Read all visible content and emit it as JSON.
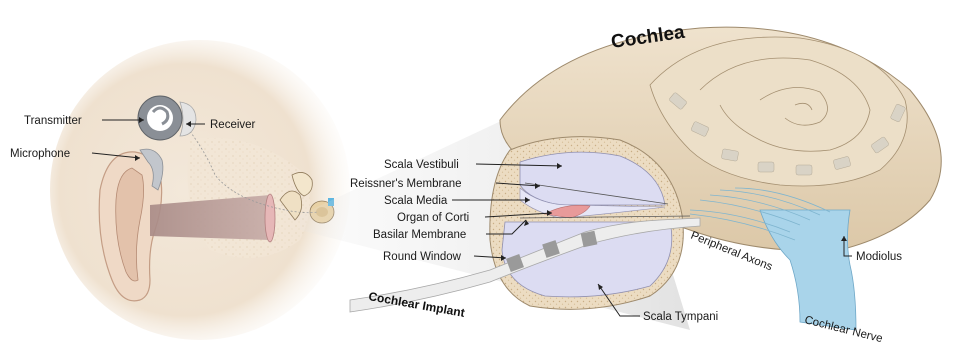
{
  "title": "Cochlea",
  "labels": {
    "transmitter": "Transmitter",
    "receiver": "Receiver",
    "microphone": "Microphone",
    "scala_vestibuli": "Scala Vestibuli",
    "reissners_membrane": "Reissner's Membrane",
    "scala_media": "Scala Media",
    "organ_of_corti": "Organ of Corti",
    "basilar_membrane": "Basilar Membrane",
    "round_window": "Round Window",
    "cochlear_implant": "Cochlear Implant",
    "scala_tympani": "Scala Tympani",
    "peripheral_axons": "Peripheral Axons",
    "modiolus": "Modiolus",
    "cochlear_nerve": "Cochlear Nerve"
  },
  "colors": {
    "skin": "#efe3d3",
    "cochlea_bone": "#e3d2b8",
    "fluid": "#dcdcf2",
    "nerve": "#a9d4ea",
    "implant": "#d6d6d6",
    "organ": "#e89a9a"
  }
}
